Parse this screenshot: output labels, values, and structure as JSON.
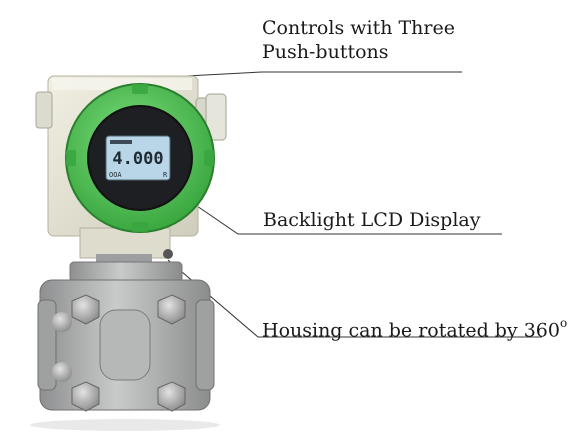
{
  "callouts": {
    "controls": {
      "line1": "Controls with Three",
      "line2": "Push-buttons"
    },
    "backlight": {
      "text": "Backlight LCD Display"
    },
    "housing": {
      "text": "Housing can be rotated by 360",
      "superscript": "o"
    }
  },
  "lcd": {
    "reading": "4.000",
    "left_sub": "OOA",
    "right_sub": "R"
  },
  "colors": {
    "bezel_green": "#4cc24c",
    "lcd_blue": "#b9d6e8",
    "housing_beige": "#e4e2d2",
    "steel": "#a7a8a8",
    "leader_line": "#333333"
  }
}
